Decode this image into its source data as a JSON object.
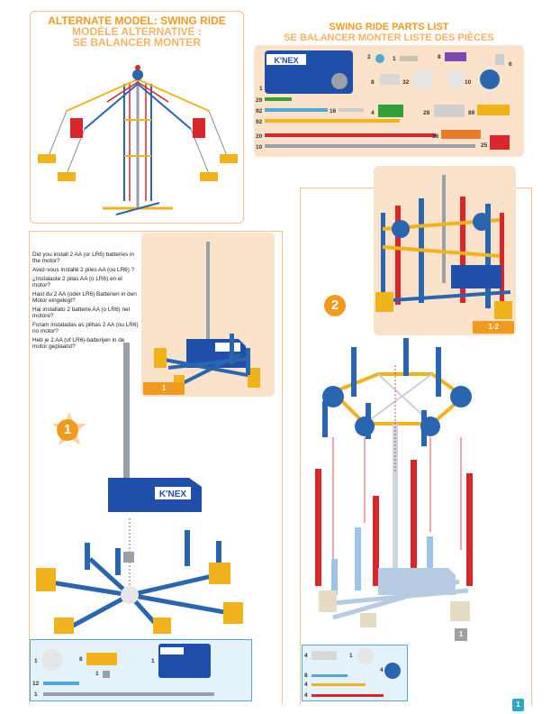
{
  "model": {
    "title_en": "ALTERNATE MODEL: SWING RIDE",
    "title_fr_1": "MODÈLE ALTERNATIVE :",
    "title_fr_2": "SE BALANCER MONTER"
  },
  "parts_list": {
    "title_en": "SWING RIDE PARTS LIST",
    "title_fr": "SE BALANCER MONTER LISTE DES PIÈCES",
    "brand": "K'NEX",
    "quantities": [
      "1",
      "2",
      "1",
      "8",
      "6",
      "8",
      "32",
      "10",
      "29",
      "92",
      "16",
      "4",
      "28",
      "89",
      "92",
      "20",
      "16",
      "10",
      "25"
    ]
  },
  "battery_question": [
    "Did you install 2 AA (or LR6) batteries in the motor?",
    "Avez-vous installé 2 piles AA (ou LR6) ?",
    "¿Instalaste 2 pilas AA (o LR6) en el motor?",
    "Hast du 2 AA (oder LR6) Batterien in den Motor eingelegt?",
    "Hai installato 2 batterie AA (o LR6) nel motore?",
    "Foram instaladas as pilhas 2 AA (ou LR6) no motor?",
    "Heb je 2 AA (of LR6)-batterijen in de motor geplaatst?"
  ],
  "step1": {
    "number": "1",
    "inset_tag": "1",
    "brand": "K'NEX",
    "callout": "1",
    "parts": [
      "1",
      "8",
      "1",
      "12",
      "1",
      "1"
    ]
  },
  "step2": {
    "number": "2",
    "inset_tag": "1-2",
    "sub_tag": "1",
    "parts": [
      "4",
      "1",
      "4",
      "8",
      "4",
      "4"
    ]
  },
  "page_number": "1",
  "colors": {
    "accent_orange": "#f29a1f",
    "rod_blue": "#2a66b0",
    "rod_red": "#d9262b",
    "connector_yellow": "#f1b31c",
    "motor_blue": "#1f4fa8",
    "panel_bg": "#fbe2cb",
    "parts_box_border": "#4fa8d8"
  }
}
